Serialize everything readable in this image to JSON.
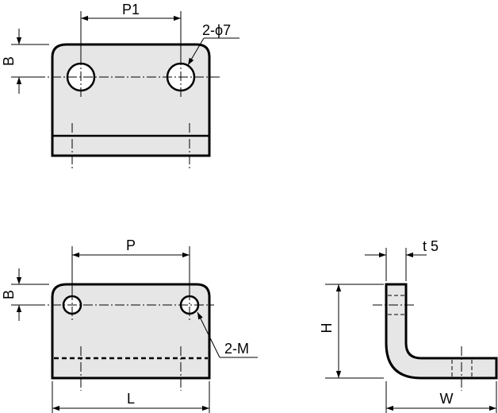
{
  "labels": {
    "top_pitch": "P1",
    "top_hole": "2-ϕ7",
    "top_edge": "B",
    "front_pitch": "P",
    "front_edge": "B",
    "front_tap": "2-M",
    "front_length": "L",
    "side_thickness": "t 5",
    "side_height": "H",
    "side_width": "W"
  }
}
